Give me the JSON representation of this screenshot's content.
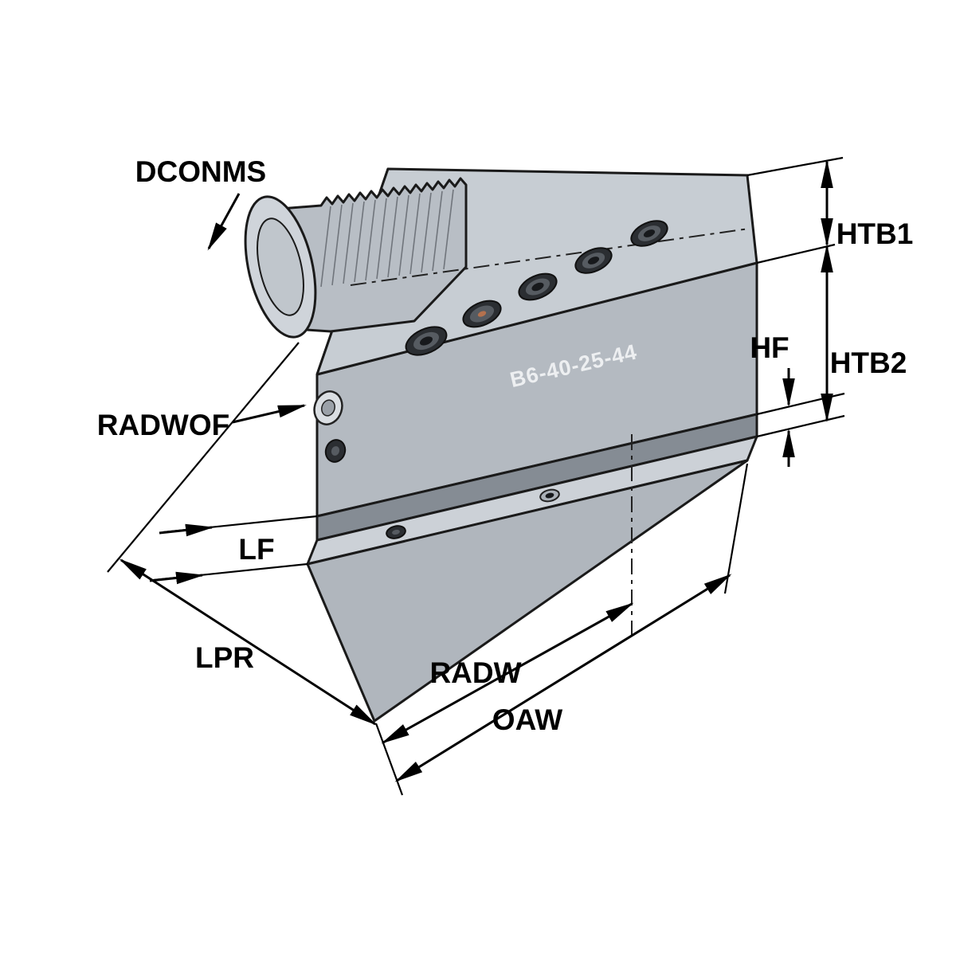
{
  "diagram": {
    "part_marking": "B6-40-25-44",
    "labels": {
      "dconms": "DCONMS",
      "htb1": "HTB1",
      "hf": "HF",
      "htb2": "HTB2",
      "radwof": "RADWOF",
      "lf": "LF",
      "lpr": "LPR",
      "radw": "RADW",
      "oaw": "OAW"
    },
    "colors": {
      "background": "#ffffff",
      "outline": "#1a1a1a",
      "dimension": "#000000",
      "body_top": "#c7cdd3",
      "body_front": "#b4bac1",
      "body_side": "#9aa1a9",
      "slot": "#858c94",
      "bar_top": "#ccd1d7",
      "bar_front": "#b0b6bd",
      "shank": "#b8bec5",
      "shank_cap": "#cfd4da",
      "screw_dark": "#2b2e32",
      "copper_dot": "#b4714e"
    }
  }
}
